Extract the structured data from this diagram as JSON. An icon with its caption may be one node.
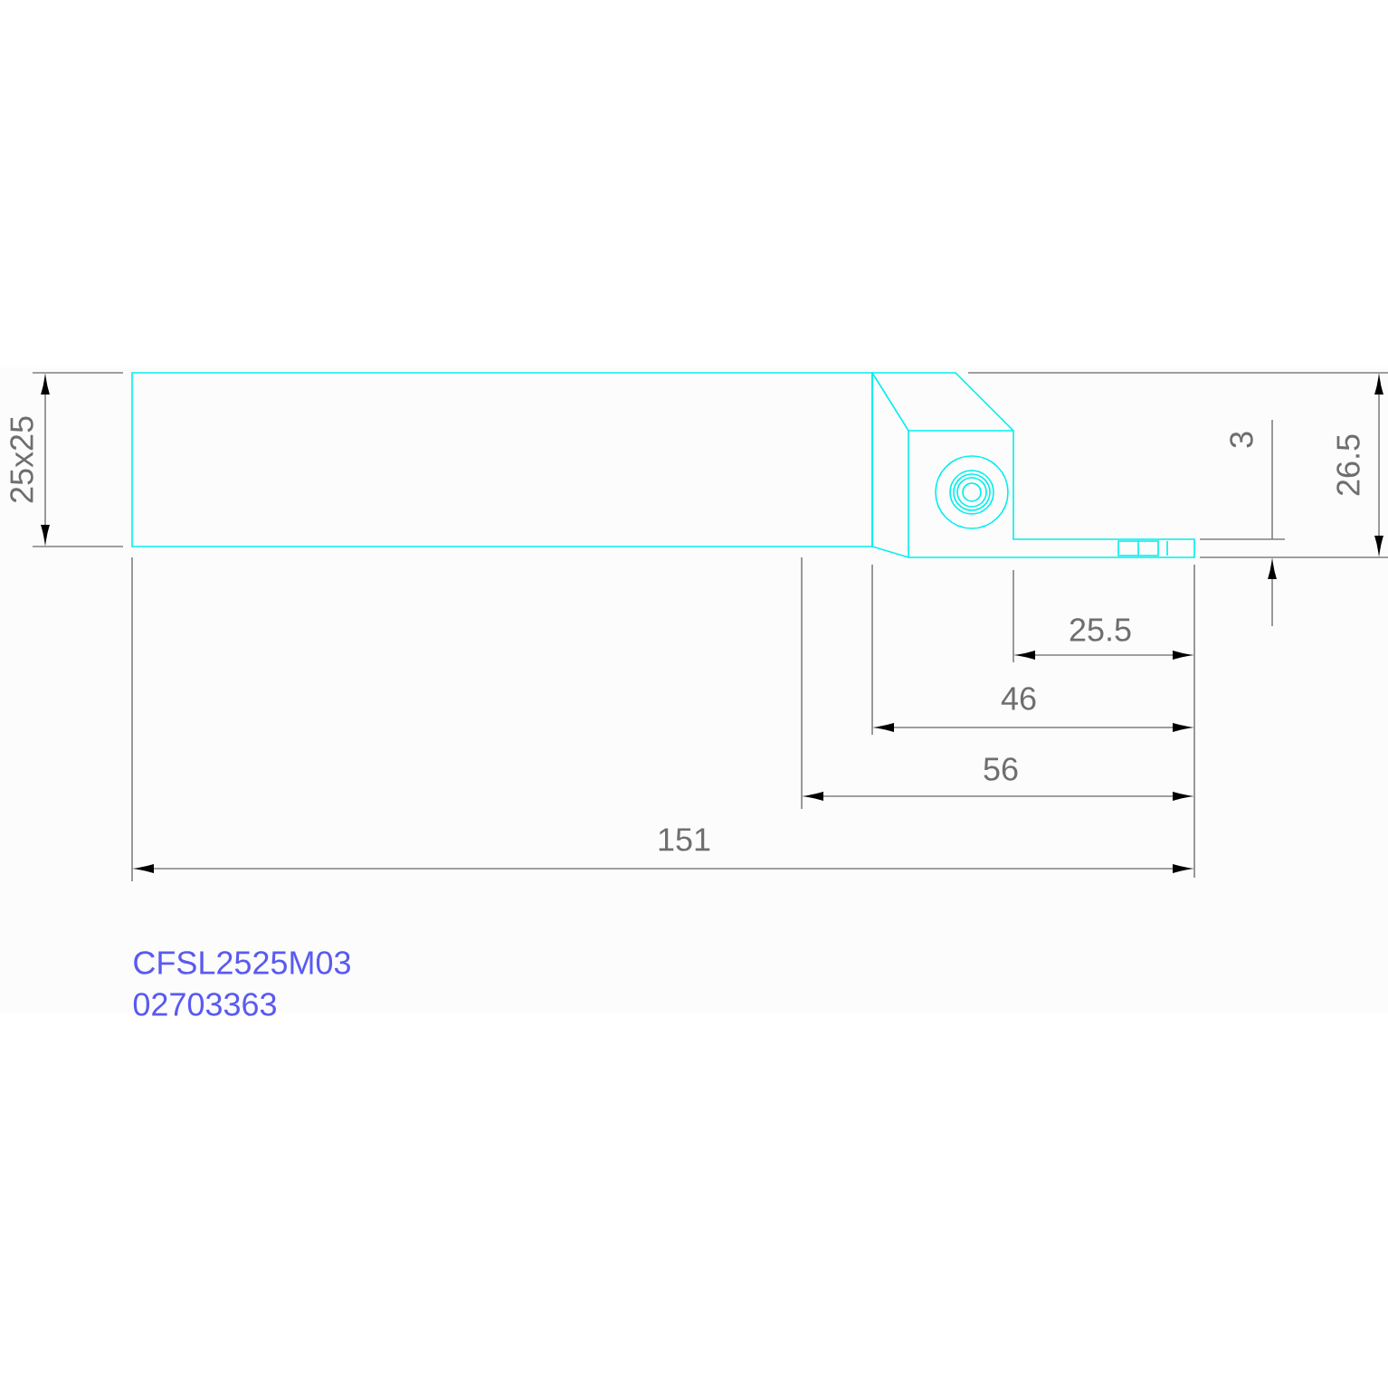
{
  "diagram": {
    "labels": [
      "25x25",
      "3",
      "26.5",
      "25.5",
      "46",
      "56",
      "151",
      "CFSL2525M03",
      "02703363"
    ]
  }
}
